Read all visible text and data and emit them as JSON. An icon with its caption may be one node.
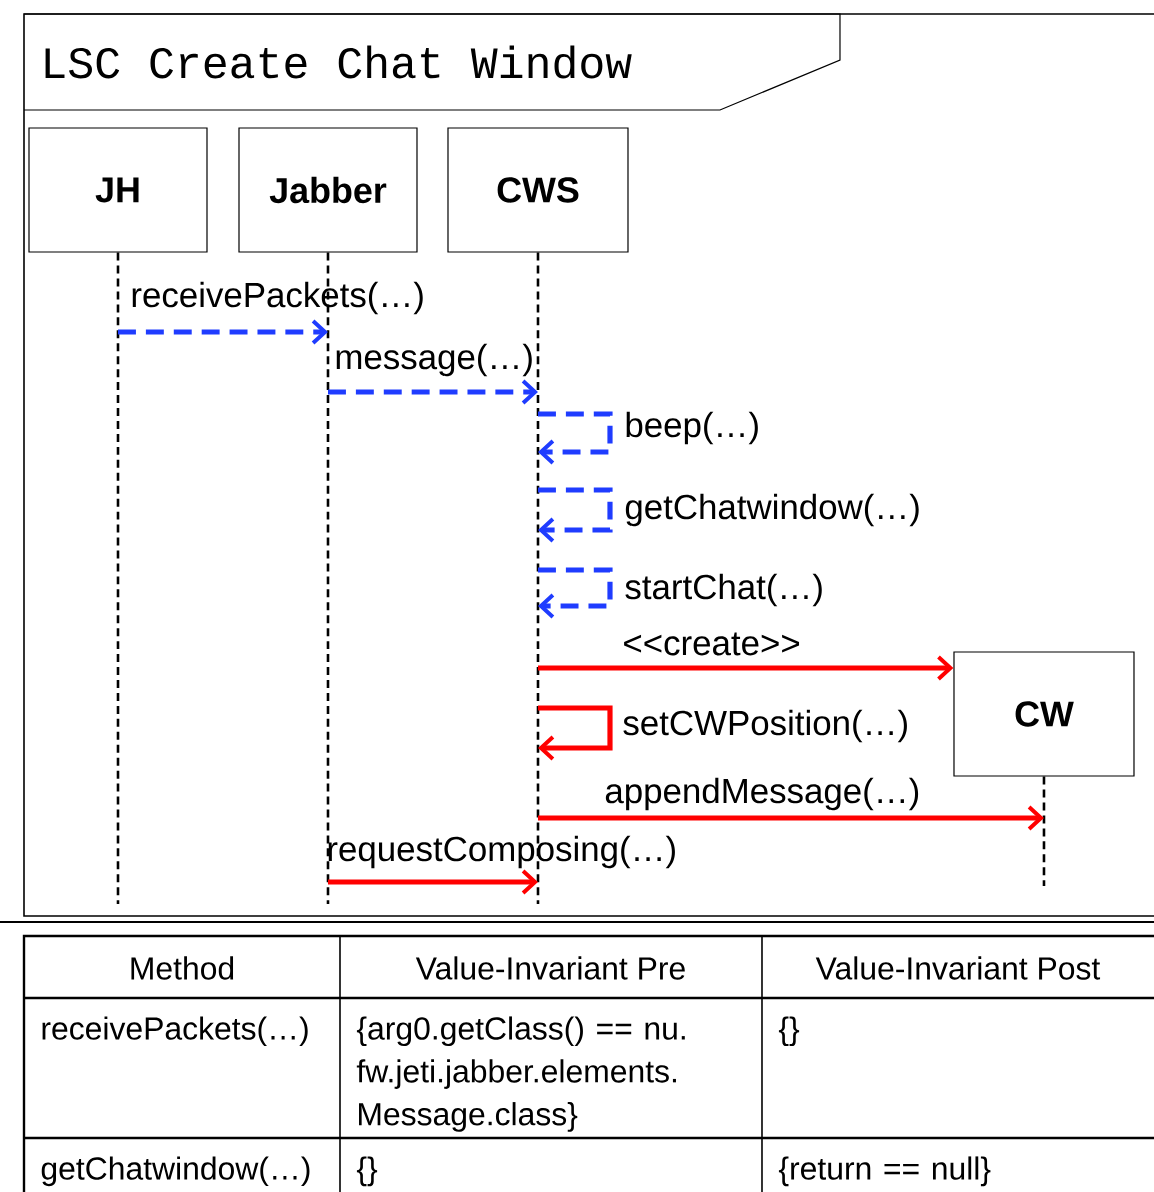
{
  "diagram": {
    "title": "LSC Create Chat Window",
    "nodes": [
      {
        "text": [
          "JH"
        ]
      },
      {
        "text": [
          "Jabber"
        ]
      },
      {
        "text": [
          "CWS"
        ]
      },
      {
        "text": [
          "CW"
        ]
      }
    ],
    "edges": [
      {
        "from": 0,
        "to": 1,
        "arrow": "to",
        "label": "receivePackets(…)",
        "style": "dashed"
      },
      {
        "from": 1,
        "to": 2,
        "arrow": "to",
        "label": "message(…)",
        "style": "dashed"
      },
      {
        "from": 2,
        "to": 2,
        "arrow": "to",
        "label": "beep(…)",
        "style": "dashed"
      },
      {
        "from": 2,
        "to": 2,
        "arrow": "to",
        "label": "getChatwindow(…)",
        "style": "dashed"
      },
      {
        "from": 2,
        "to": 2,
        "arrow": "to",
        "label": "startChat(…)",
        "style": "dashed"
      },
      {
        "from": 2,
        "to": 3,
        "arrow": "to",
        "label": "<<create>>",
        "color": "#ff0000"
      },
      {
        "from": 2,
        "to": 2,
        "arrow": "to",
        "label": "setCWPosition(…)",
        "color": "#ff0000"
      },
      {
        "from": 2,
        "to": 3,
        "arrow": "to",
        "label": "appendMessage(…)",
        "color": "#ff0000"
      },
      {
        "from": 1,
        "to": 2,
        "arrow": "to",
        "label": "requestComposing(…)",
        "color": "#ff0000"
      }
    ],
    "labels": [
      "Method",
      "Value-Invariant Pre",
      "Value-Invariant Post",
      "receivePackets(…)",
      "{arg0.getClass() == nu.fw.jeti.jabber.elements.Message.class}",
      "{}",
      "getChatwindow(…)",
      "{}",
      "{return == null}"
    ]
  }
}
